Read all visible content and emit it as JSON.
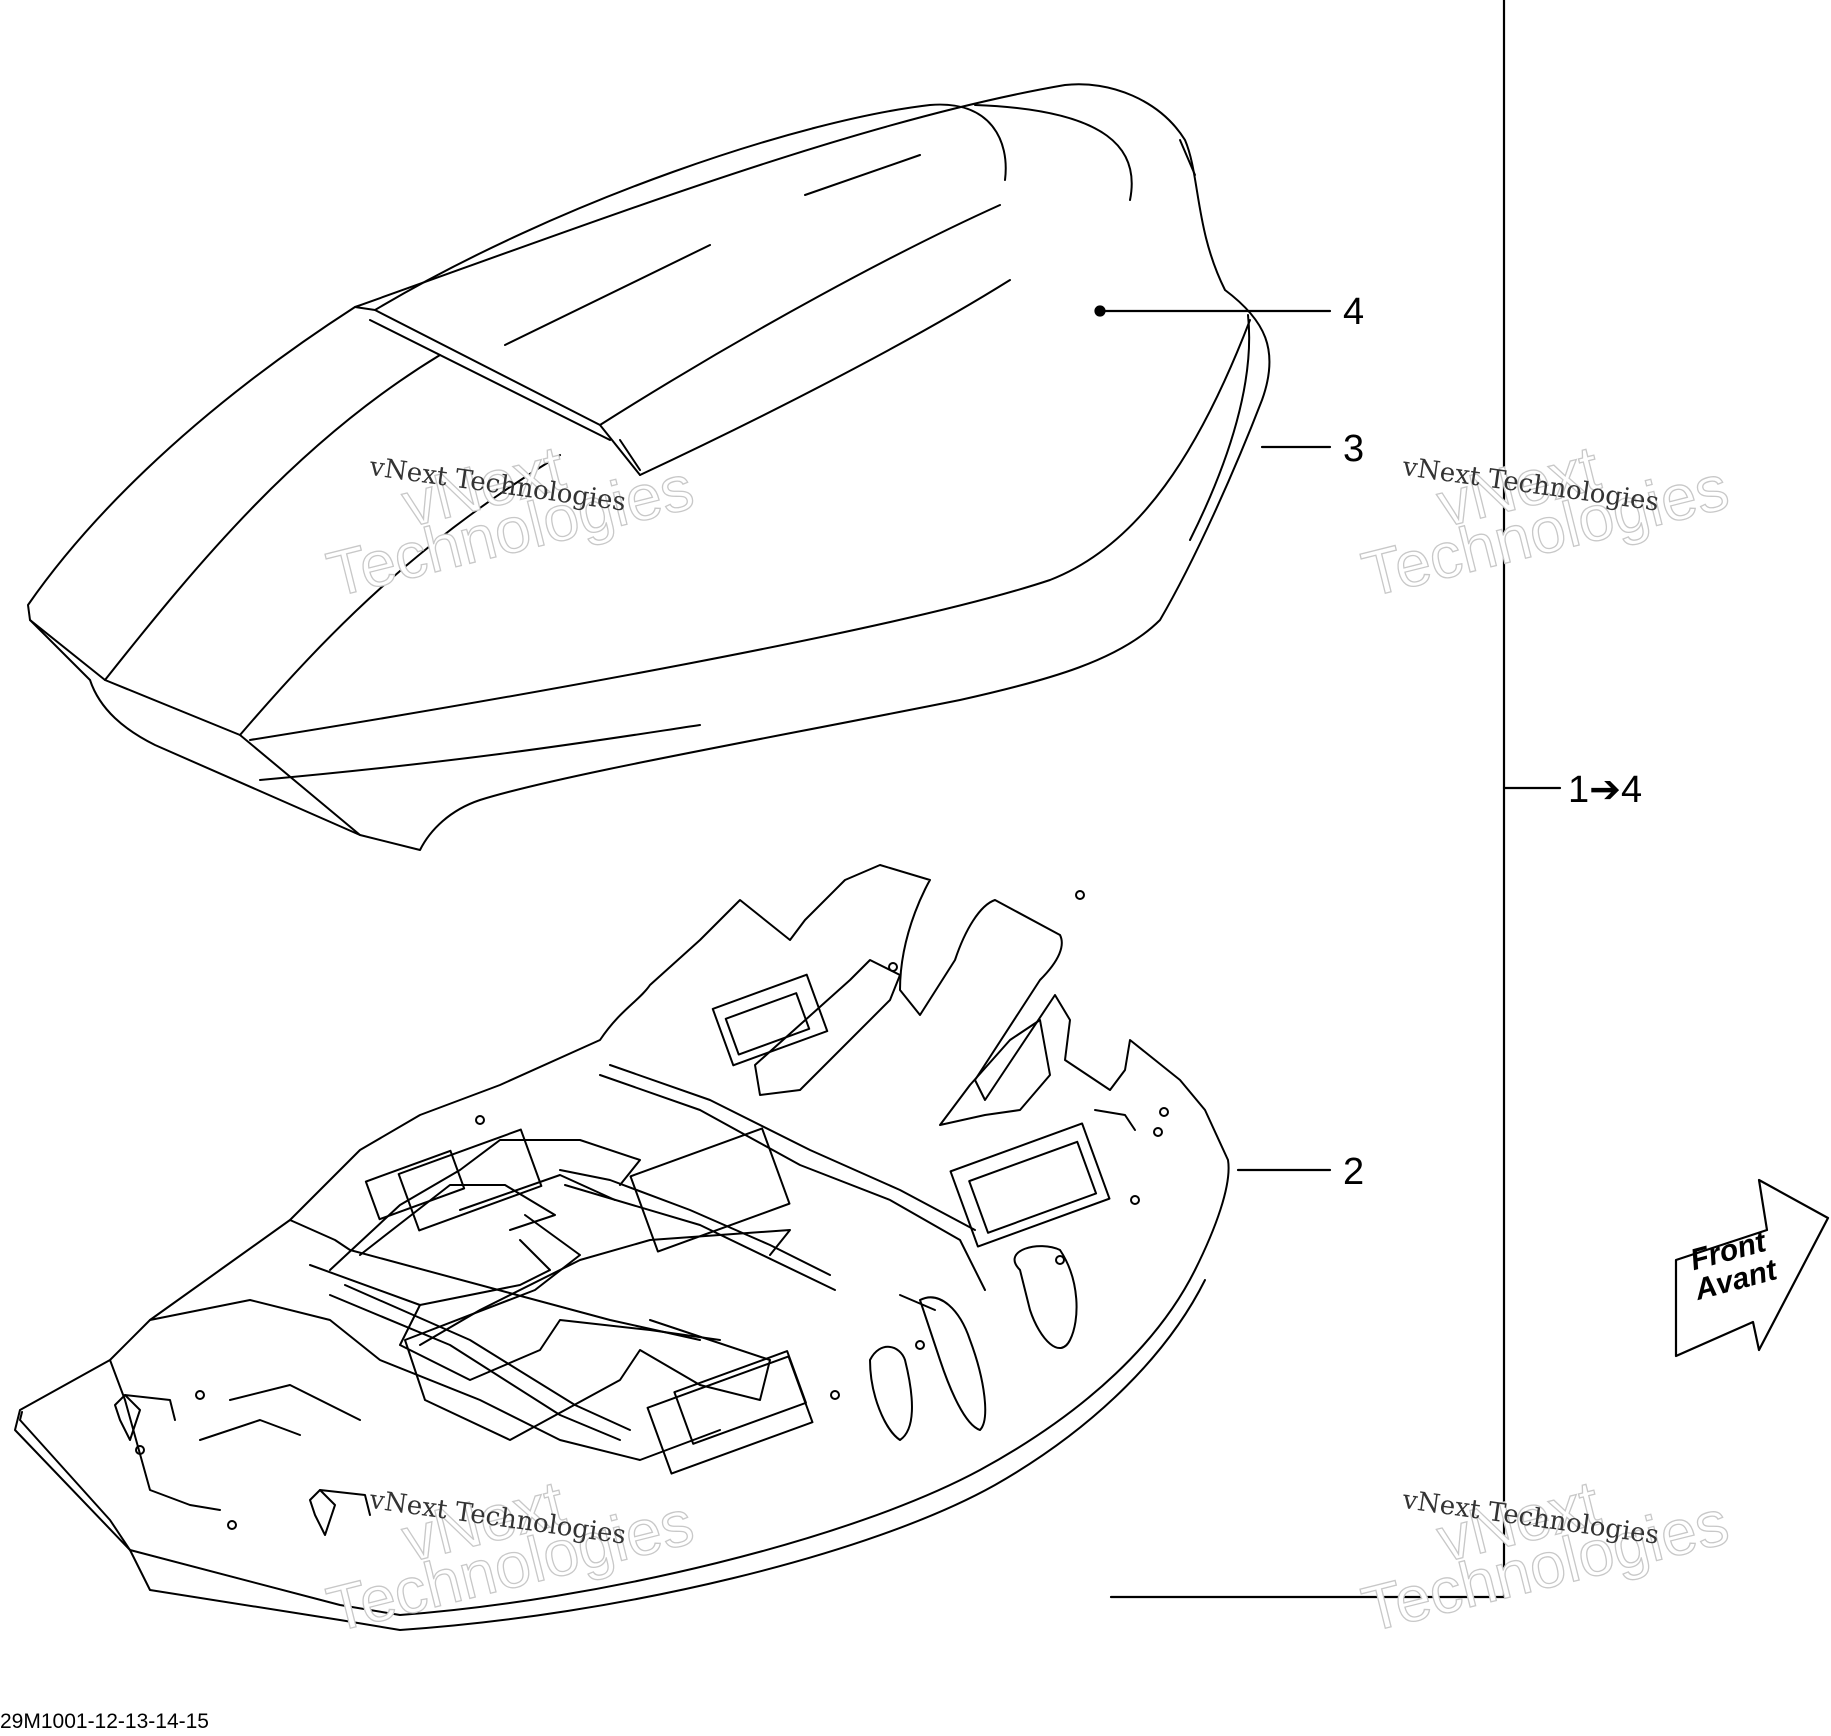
{
  "callouts": {
    "c4": "4",
    "c3": "3",
    "c2": "2",
    "c14": "1➔4"
  },
  "watermark": {
    "line1": "vNext Technologies",
    "big_a": "vNext",
    "big_b": "Technologies"
  },
  "front_arrow": {
    "line1": "Front",
    "line2": "Avant"
  },
  "drawing_code": "29M1001-12-13-14-15",
  "colors": {
    "line": "#000000",
    "watermark_outline": "#c8c8c8"
  }
}
